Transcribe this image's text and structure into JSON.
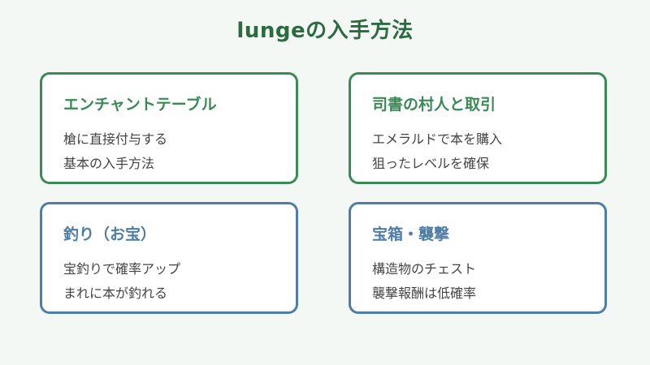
{
  "title": "lungeの入手方法",
  "cards": [
    {
      "title": "エンチャントテーブル",
      "lines": [
        "槍に直接付与する",
        "基本の入手方法"
      ],
      "border_color": "#3a8a55"
    },
    {
      "title": "司書の村人と取引",
      "lines": [
        "エメラルドで本を購入",
        "狙ったレベルを確保"
      ],
      "border_color": "#3a8a55"
    },
    {
      "title": "釣り（お宝）",
      "lines": [
        "宝釣りで確率アップ",
        "まれに本が釣れる"
      ],
      "border_color": "#4d7ea8"
    },
    {
      "title": "宝箱・襲撃",
      "lines": [
        "構造物のチェスト",
        "襲撃報酬は低確率"
      ],
      "border_color": "#4d7ea8"
    }
  ],
  "colors": {
    "background": "#f4f8f4",
    "title": "#2c6b3f",
    "green": "#3a8a55",
    "blue": "#4d7ea8",
    "text": "#444444"
  }
}
